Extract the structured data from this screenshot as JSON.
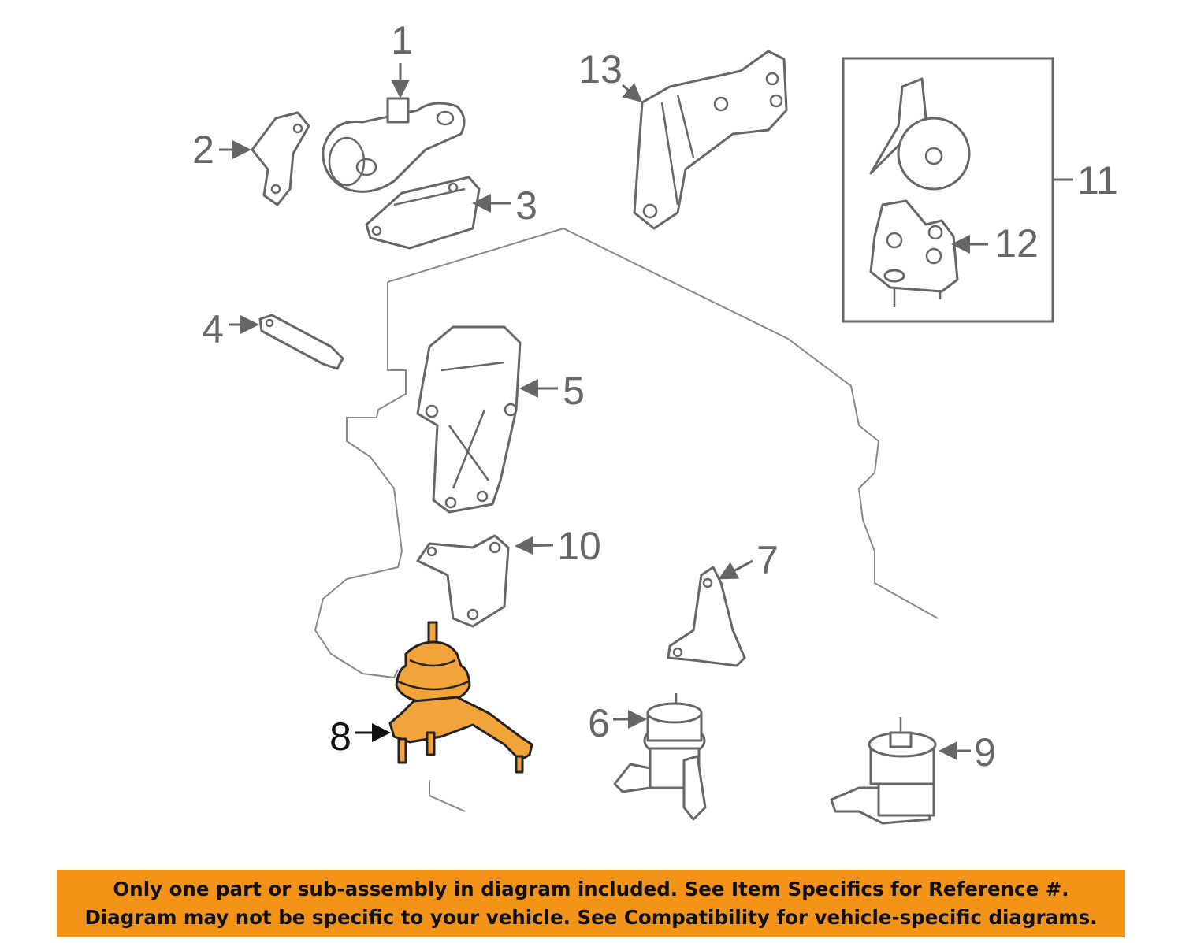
{
  "diagram": {
    "callouts": [
      "1",
      "2",
      "3",
      "4",
      "5",
      "6",
      "7",
      "8",
      "9",
      "10",
      "11",
      "12",
      "13"
    ],
    "highlighted_part": "8",
    "highlight_color": "#f2a33a"
  },
  "banner": {
    "line1": "Only one part or sub-assembly in diagram included. See Item Specifics for Reference #.",
    "line2": "Diagram may not be specific to your vehicle. See Compatibility for vehicle-specific diagrams.",
    "background": "#f39419"
  }
}
